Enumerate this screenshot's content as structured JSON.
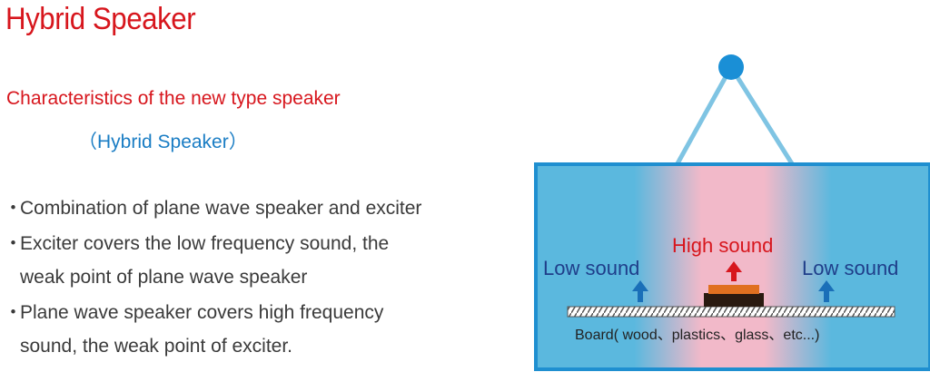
{
  "title": "Hybrid Speaker",
  "subtitle": {
    "line1": "Characteristics of the new type speaker",
    "line2": "（Hybrid Speaker）"
  },
  "bullets": [
    {
      "line1": "Combination of plane wave speaker and exciter",
      "line2": ""
    },
    {
      "line1": "Exciter covers the low frequency sound,  the",
      "line2": "weak point of plane wave speaker"
    },
    {
      "line1": "Plane wave speaker covers high frequency",
      "line2": "sound, the weak point of exciter."
    }
  ],
  "bullet_marker": "・",
  "diagram": {
    "low_sound_left": "Low sound",
    "low_sound_right": "Low sound",
    "high_sound": "High sound",
    "board_label": "Board( wood、plastics、glass、etc...)",
    "colors": {
      "panel_blue": "#5bb8de",
      "high_zone_pink": "#f2b9c9",
      "hanger_line": "#7fc4e3",
      "hanger_dot": "#1a8fd6",
      "arrow_blue": "#1a6fb8",
      "arrow_red": "#d7161d",
      "exciter_orange": "#e07020",
      "exciter_dark": "#2a1a10"
    }
  }
}
